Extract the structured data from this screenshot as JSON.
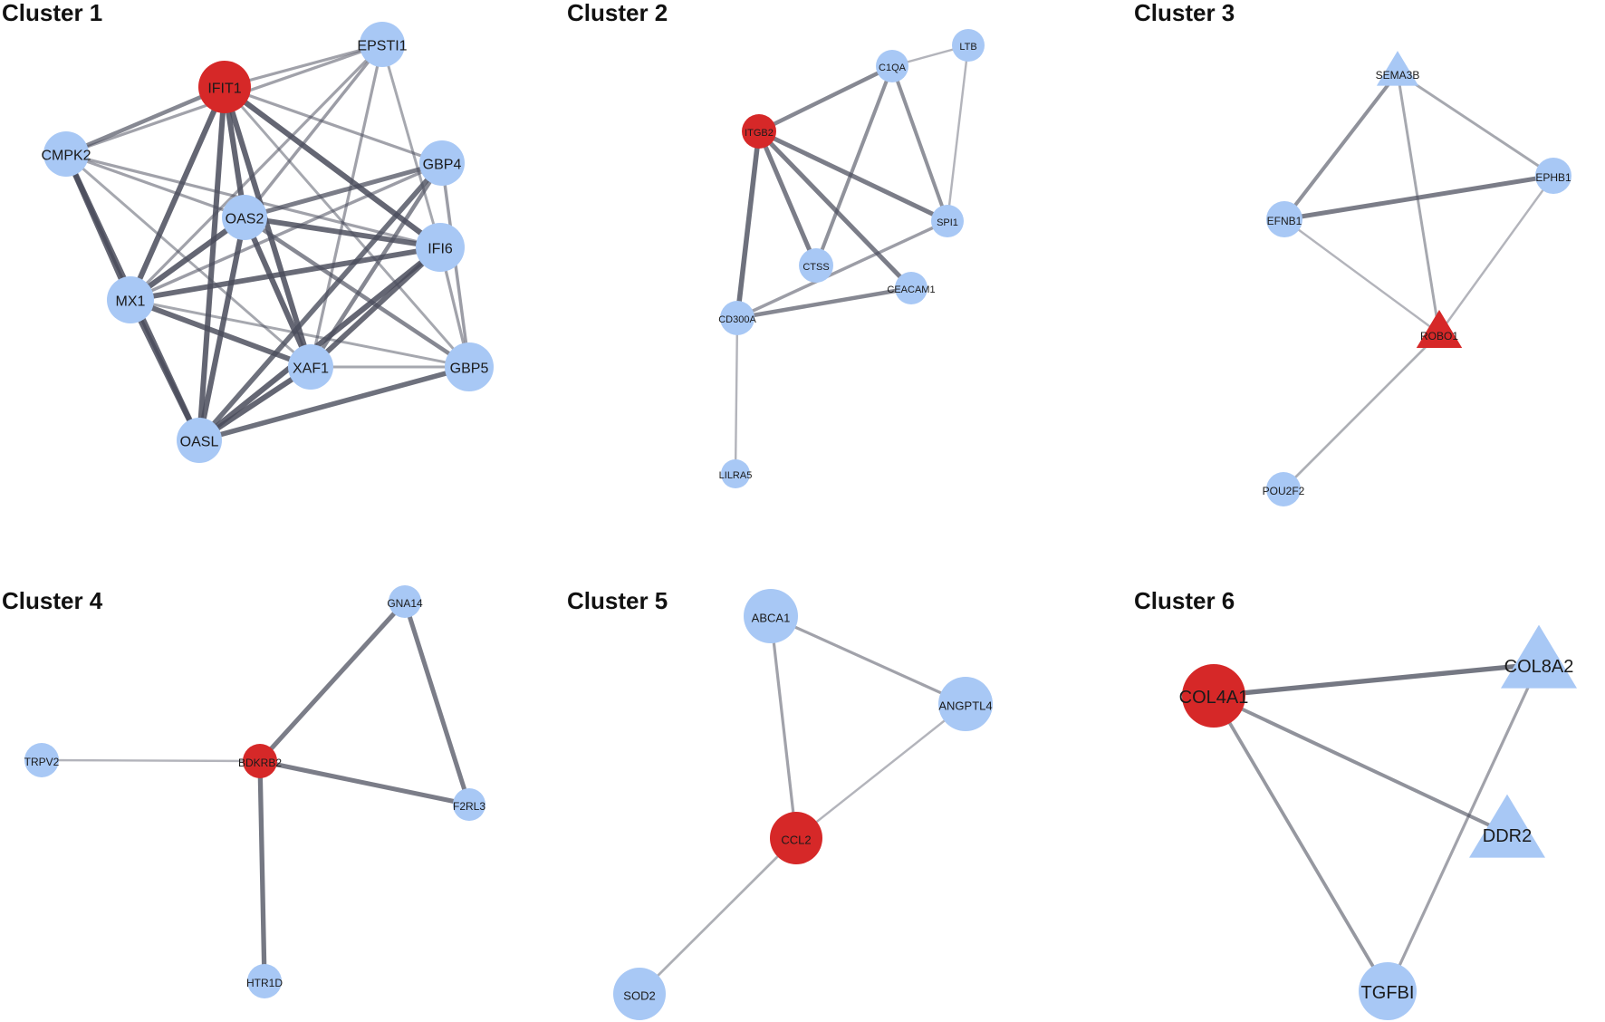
{
  "colors": {
    "node_default": "#a8c8f5",
    "node_highlight": "#d62828",
    "edge": "#4a4d5c",
    "background": "#ffffff"
  },
  "clusters": [
    {
      "id": "c1",
      "title": "Cluster 1",
      "highlight": "IFIT1",
      "nodes": [
        {
          "id": "IFIT1",
          "label": "IFIT1",
          "shape": "circle",
          "highlight": true
        },
        {
          "id": "EPSTI1",
          "label": "EPSTI1",
          "shape": "circle"
        },
        {
          "id": "CMPK2",
          "label": "CMPK2",
          "shape": "circle"
        },
        {
          "id": "GBP4",
          "label": "GBP4",
          "shape": "circle"
        },
        {
          "id": "OAS2",
          "label": "OAS2",
          "shape": "circle"
        },
        {
          "id": "IFI6",
          "label": "IFI6",
          "shape": "circle"
        },
        {
          "id": "MX1",
          "label": "MX1",
          "shape": "circle"
        },
        {
          "id": "XAF1",
          "label": "XAF1",
          "shape": "circle"
        },
        {
          "id": "GBP5",
          "label": "GBP5",
          "shape": "circle"
        },
        {
          "id": "OASL",
          "label": "OASL",
          "shape": "circle"
        }
      ],
      "edges": [
        {
          "source": "IFIT1",
          "target": "EPSTI1",
          "strength": 0.35
        },
        {
          "source": "IFIT1",
          "target": "CMPK2",
          "strength": 0.6
        },
        {
          "source": "IFIT1",
          "target": "OAS2",
          "strength": 0.9
        },
        {
          "source": "IFIT1",
          "target": "MX1",
          "strength": 0.9
        },
        {
          "source": "IFIT1",
          "target": "OASL",
          "strength": 0.9
        },
        {
          "source": "IFIT1",
          "target": "XAF1",
          "strength": 0.9
        },
        {
          "source": "IFIT1",
          "target": "IFI6",
          "strength": 0.9
        },
        {
          "source": "IFIT1",
          "target": "GBP4",
          "strength": 0.35
        },
        {
          "source": "IFIT1",
          "target": "GBP5",
          "strength": 0.3
        },
        {
          "source": "EPSTI1",
          "target": "CMPK2",
          "strength": 0.35
        },
        {
          "source": "EPSTI1",
          "target": "OAS2",
          "strength": 0.4
        },
        {
          "source": "EPSTI1",
          "target": "MX1",
          "strength": 0.35
        },
        {
          "source": "EPSTI1",
          "target": "XAF1",
          "strength": 0.35
        },
        {
          "source": "EPSTI1",
          "target": "IFI6",
          "strength": 0.3
        },
        {
          "source": "CMPK2",
          "target": "MX1",
          "strength": 0.9
        },
        {
          "source": "CMPK2",
          "target": "OASL",
          "strength": 0.9
        },
        {
          "source": "CMPK2",
          "target": "OAS2",
          "strength": 0.35
        },
        {
          "source": "CMPK2",
          "target": "IFI6",
          "strength": 0.35
        },
        {
          "source": "CMPK2",
          "target": "XAF1",
          "strength": 0.3
        },
        {
          "source": "GBP4",
          "target": "OAS2",
          "strength": 0.7
        },
        {
          "source": "GBP4",
          "target": "MX1",
          "strength": 0.4
        },
        {
          "source": "GBP4",
          "target": "GBP5",
          "strength": 0.4
        },
        {
          "source": "GBP4",
          "target": "OASL",
          "strength": 0.8
        },
        {
          "source": "GBP4",
          "target": "XAF1",
          "strength": 0.6
        },
        {
          "source": "OAS2",
          "target": "IFI6",
          "strength": 0.85
        },
        {
          "source": "OAS2",
          "target": "MX1",
          "strength": 0.9
        },
        {
          "source": "OAS2",
          "target": "XAF1",
          "strength": 0.9
        },
        {
          "source": "OAS2",
          "target": "OASL",
          "strength": 0.9
        },
        {
          "source": "OAS2",
          "target": "GBP5",
          "strength": 0.6
        },
        {
          "source": "IFI6",
          "target": "MX1",
          "strength": 0.85
        },
        {
          "source": "IFI6",
          "target": "XAF1",
          "strength": 0.85
        },
        {
          "source": "IFI6",
          "target": "OASL",
          "strength": 0.9
        },
        {
          "source": "IFI6",
          "target": "GBP5",
          "strength": 0.35
        },
        {
          "source": "MX1",
          "target": "XAF1",
          "strength": 0.85
        },
        {
          "source": "MX1",
          "target": "OASL",
          "strength": 0.9
        },
        {
          "source": "MX1",
          "target": "GBP5",
          "strength": 0.3
        },
        {
          "source": "XAF1",
          "target": "OASL",
          "strength": 0.9
        },
        {
          "source": "XAF1",
          "target": "GBP5",
          "strength": 0.3
        },
        {
          "source": "GBP5",
          "target": "OASL",
          "strength": 0.8
        }
      ]
    },
    {
      "id": "c2",
      "title": "Cluster 2",
      "highlight": "ITGB2",
      "nodes": [
        {
          "id": "C1QA",
          "label": "C1QA",
          "shape": "circle"
        },
        {
          "id": "LTB",
          "label": "LTB",
          "shape": "circle"
        },
        {
          "id": "ITGB2",
          "label": "ITGB2",
          "shape": "circle",
          "highlight": true
        },
        {
          "id": "SPI1",
          "label": "SPI1",
          "shape": "circle"
        },
        {
          "id": "CTSS",
          "label": "CTSS",
          "shape": "circle"
        },
        {
          "id": "CEACAM1",
          "label": "CEACAM1",
          "shape": "circle"
        },
        {
          "id": "CD300A",
          "label": "CD300A",
          "shape": "circle"
        },
        {
          "id": "LILRA5",
          "label": "LILRA5",
          "shape": "circle"
        }
      ],
      "edges": [
        {
          "source": "ITGB2",
          "target": "C1QA",
          "strength": 0.6
        },
        {
          "source": "C1QA",
          "target": "LTB",
          "strength": 0.2
        },
        {
          "source": "LTB",
          "target": "SPI1",
          "strength": 0.2
        },
        {
          "source": "C1QA",
          "target": "SPI1",
          "strength": 0.5
        },
        {
          "source": "C1QA",
          "target": "CTSS",
          "strength": 0.5
        },
        {
          "source": "ITGB2",
          "target": "SPI1",
          "strength": 0.7
        },
        {
          "source": "ITGB2",
          "target": "CTSS",
          "strength": 0.7
        },
        {
          "source": "ITGB2",
          "target": "CEACAM1",
          "strength": 0.7
        },
        {
          "source": "ITGB2",
          "target": "CD300A",
          "strength": 0.8
        },
        {
          "source": "SPI1",
          "target": "CD300A",
          "strength": 0.4
        },
        {
          "source": "CD300A",
          "target": "CEACAM1",
          "strength": 0.6
        },
        {
          "source": "CD300A",
          "target": "LILRA5",
          "strength": 0.2
        }
      ]
    },
    {
      "id": "c3",
      "title": "Cluster 3",
      "highlight": "ROBO1",
      "nodes": [
        {
          "id": "SEMA3B",
          "label": "SEMA3B",
          "shape": "triangle"
        },
        {
          "id": "EPHB1",
          "label": "EPHB1",
          "shape": "circle"
        },
        {
          "id": "EFNB1",
          "label": "EFNB1",
          "shape": "circle"
        },
        {
          "id": "ROBO1",
          "label": "ROBO1",
          "shape": "triangle",
          "highlight": true
        },
        {
          "id": "POU2F2",
          "label": "POU2F2",
          "shape": "circle"
        }
      ],
      "edges": [
        {
          "source": "SEMA3B",
          "target": "EFNB1",
          "strength": 0.5
        },
        {
          "source": "SEMA3B",
          "target": "EPHB1",
          "strength": 0.3
        },
        {
          "source": "SEMA3B",
          "target": "ROBO1",
          "strength": 0.3
        },
        {
          "source": "EFNB1",
          "target": "EPHB1",
          "strength": 0.7
        },
        {
          "source": "EFNB1",
          "target": "ROBO1",
          "strength": 0.2
        },
        {
          "source": "EPHB1",
          "target": "ROBO1",
          "strength": 0.2
        },
        {
          "source": "ROBO1",
          "target": "POU2F2",
          "strength": 0.25
        }
      ]
    },
    {
      "id": "c4",
      "title": "Cluster 4",
      "highlight": "BDKRB2",
      "nodes": [
        {
          "id": "GNA14",
          "label": "GNA14",
          "shape": "circle"
        },
        {
          "id": "TRPV2",
          "label": "TRPV2",
          "shape": "circle"
        },
        {
          "id": "BDKRB2",
          "label": "BDKRB2",
          "shape": "circle",
          "highlight": true
        },
        {
          "id": "F2RL3",
          "label": "F2RL3",
          "shape": "circle"
        },
        {
          "id": "HTR1D",
          "label": "HTR1D",
          "shape": "circle"
        }
      ],
      "edges": [
        {
          "source": "BDKRB2",
          "target": "GNA14",
          "strength": 0.7
        },
        {
          "source": "GNA14",
          "target": "F2RL3",
          "strength": 0.7
        },
        {
          "source": "BDKRB2",
          "target": "F2RL3",
          "strength": 0.7
        },
        {
          "source": "TRPV2",
          "target": "BDKRB2",
          "strength": 0.2
        },
        {
          "source": "BDKRB2",
          "target": "HTR1D",
          "strength": 0.75
        }
      ]
    },
    {
      "id": "c5",
      "title": "Cluster 5",
      "highlight": "CCL2",
      "nodes": [
        {
          "id": "ABCA1",
          "label": "ABCA1",
          "shape": "circle"
        },
        {
          "id": "ANGPTL4",
          "label": "ANGPTL4",
          "shape": "circle"
        },
        {
          "id": "CCL2",
          "label": "CCL2",
          "shape": "circle",
          "highlight": true
        },
        {
          "id": "SOD2",
          "label": "SOD2",
          "shape": "circle"
        }
      ],
      "edges": [
        {
          "source": "ABCA1",
          "target": "ANGPTL4",
          "strength": 0.35
        },
        {
          "source": "ABCA1",
          "target": "CCL2",
          "strength": 0.35
        },
        {
          "source": "ANGPTL4",
          "target": "CCL2",
          "strength": 0.2
        },
        {
          "source": "CCL2",
          "target": "SOD2",
          "strength": 0.25
        }
      ]
    },
    {
      "id": "c6",
      "title": "Cluster 6",
      "highlight": "COL4A1",
      "nodes": [
        {
          "id": "COL4A1",
          "label": "COL4A1",
          "shape": "circle",
          "highlight": true
        },
        {
          "id": "COL8A2",
          "label": "COL8A2",
          "shape": "triangle"
        },
        {
          "id": "DDR2",
          "label": "DDR2",
          "shape": "triangle"
        },
        {
          "id": "TGFBI",
          "label": "TGFBI",
          "shape": "circle"
        }
      ],
      "edges": [
        {
          "source": "COL4A1",
          "target": "COL8A2",
          "strength": 0.75
        },
        {
          "source": "COL4A1",
          "target": "DDR2",
          "strength": 0.5
        },
        {
          "source": "COL4A1",
          "target": "TGFBI",
          "strength": 0.45
        },
        {
          "source": "COL8A2",
          "target": "TGFBI",
          "strength": 0.35
        }
      ]
    }
  ]
}
